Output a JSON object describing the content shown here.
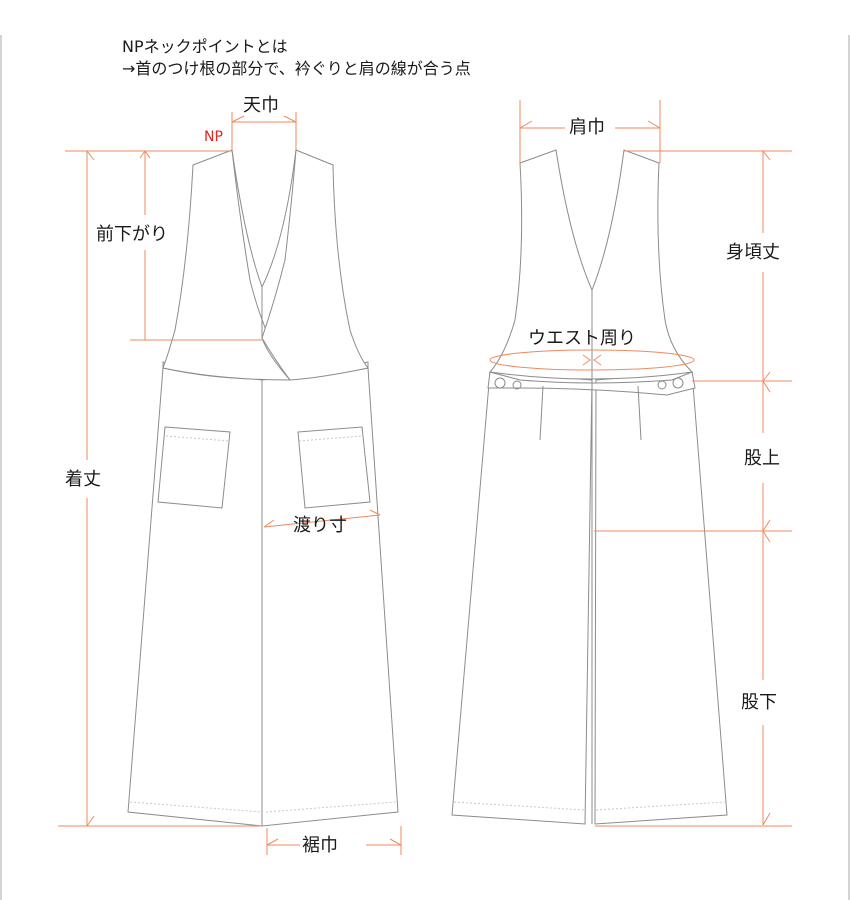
{
  "note": {
    "line1": "NPネックポイントとは",
    "line2": "→首のつけ根の部分で、衿ぐりと肩の線が合う点"
  },
  "colors": {
    "dimension_line": "#f08a5d",
    "np_marker": "#e0281e",
    "garment_outline": "#8c8c8c",
    "stitch": "#c8c8c8",
    "text": "#1a1a1a"
  },
  "front_view": {
    "np_label": "NP",
    "labels": {
      "neck_width": "天巾",
      "front_drop": "前下がり",
      "total_length": "着丈",
      "thigh_width": "渡り寸",
      "hem_width": "裾巾"
    }
  },
  "back_view": {
    "labels": {
      "shoulder_width": "肩巾",
      "bodice_length": "身頃丈",
      "waist": "ウエスト周り",
      "rise": "股上",
      "inseam": "股下"
    }
  }
}
